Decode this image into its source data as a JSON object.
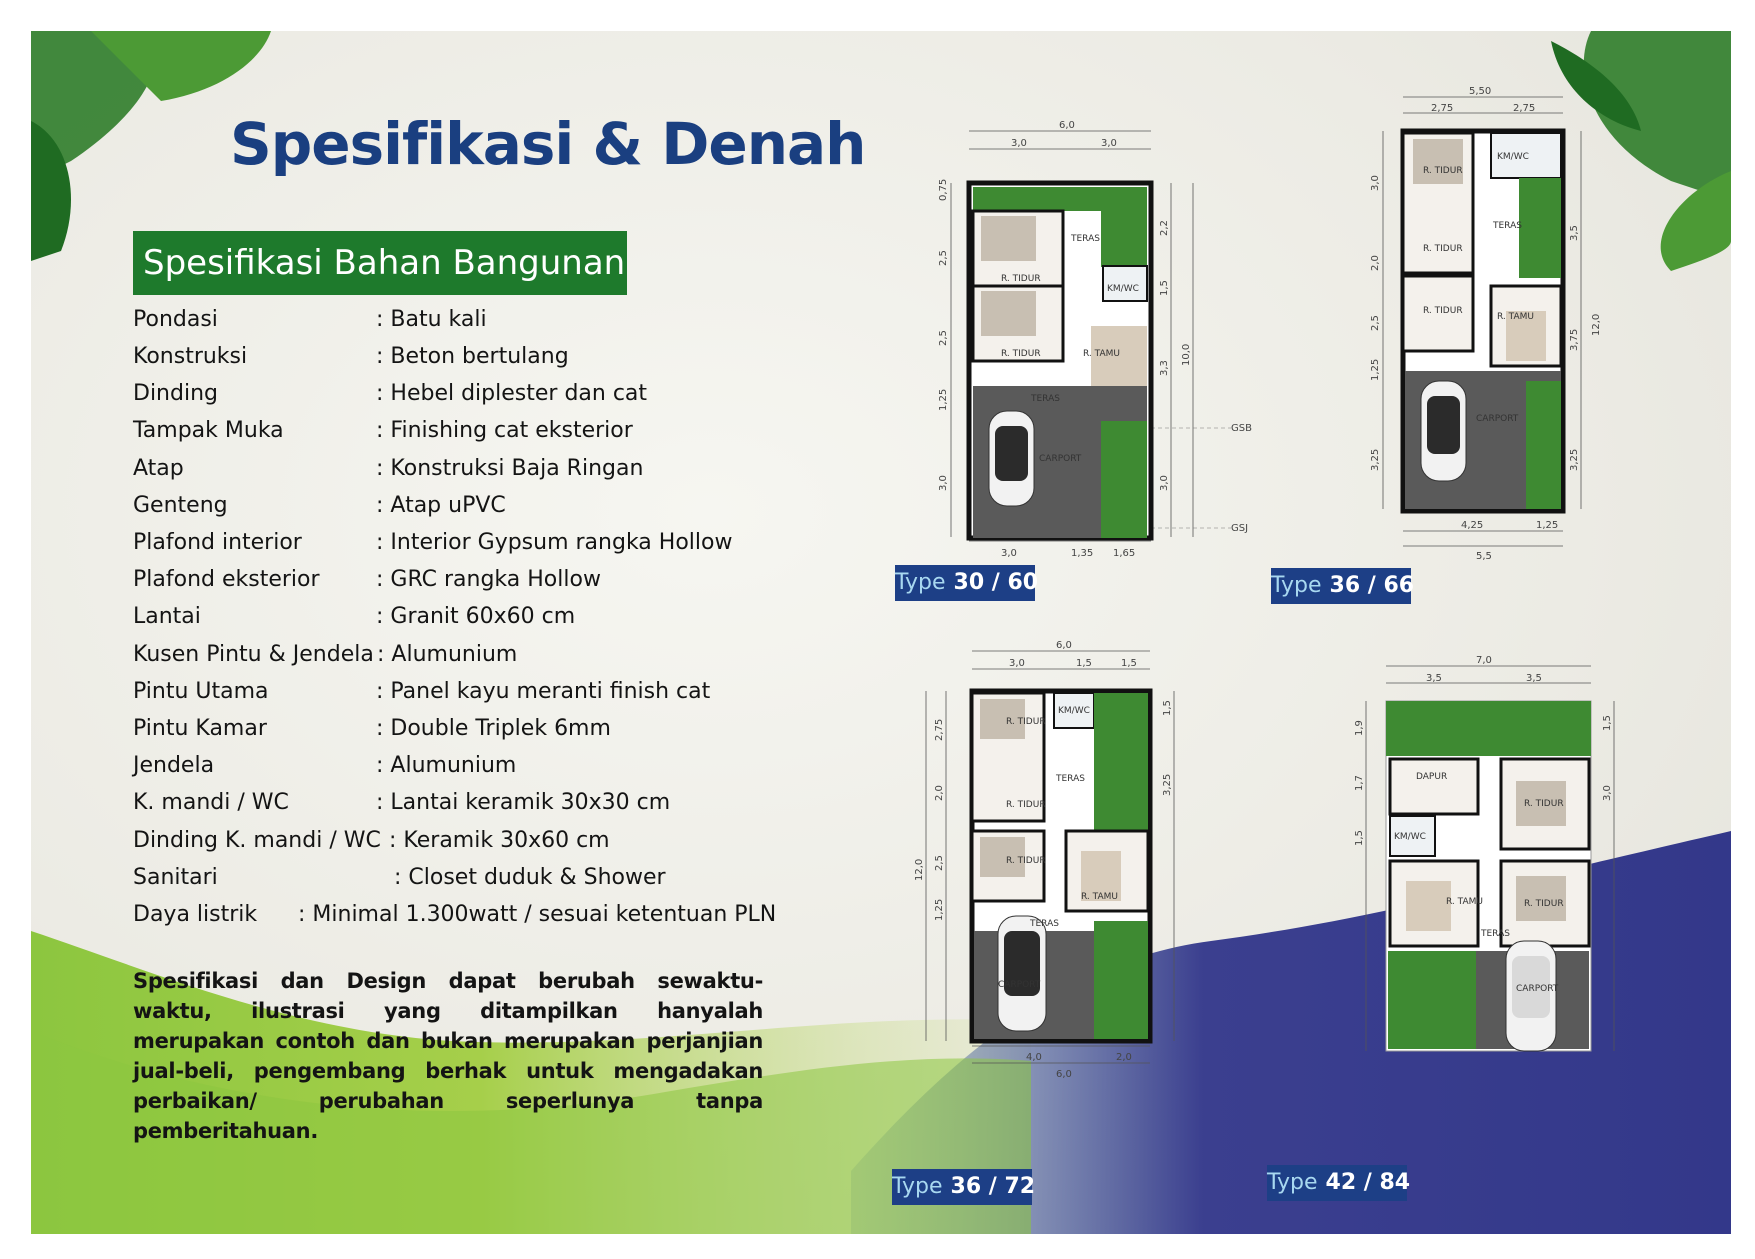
{
  "title": "Spesifikasi & Denah",
  "spec_heading": "Spesifikasi Bahan Bangunan",
  "specs": [
    {
      "label": "Pondasi",
      "value": ": Batu kali"
    },
    {
      "label": "Konstruksi",
      "value": ": Beton bertulang"
    },
    {
      "label": "Dinding",
      "value": ": Hebel diplester dan cat"
    },
    {
      "label": "Tampak Muka",
      "value": ": Finishing cat eksterior"
    },
    {
      "label": "Atap",
      "value": ": Konstruksi Baja Ringan"
    },
    {
      "label": "Genteng",
      "value": ": Atap uPVC"
    },
    {
      "label": "Plafond interior",
      "value": ": Interior Gypsum rangka Hollow"
    },
    {
      "label": "Plafond eksterior",
      "value": ": GRC rangka Hollow"
    },
    {
      "label": "Lantai",
      "value": ": Granit 60x60 cm"
    },
    {
      "label": "Kusen Pintu & Jendela",
      "value": ": Alumunium"
    },
    {
      "label": "Pintu Utama",
      "value": ": Panel kayu meranti finish cat"
    },
    {
      "label": "Pintu Kamar",
      "value": ": Double Triplek 6mm"
    },
    {
      "label": "Jendela",
      "value": ": Alumunium"
    },
    {
      "label": "K. mandi / WC",
      "value": ": Lantai keramik 30x30 cm"
    },
    {
      "label": "Dinding K. mandi / WC",
      "value": ": Keramik 30x60 cm"
    },
    {
      "label": "Sanitari",
      "value": ": Closet duduk & Shower"
    },
    {
      "label": "Daya listrik",
      "value": ": Minimal 1.300watt / sesuai ketentuan PLN"
    }
  ],
  "note": "Spesifikasi dan Design dapat berubah sewaktu-waktu, ilustrasi yang ditampilkan hanyalah merupakan contoh dan bukan merupakan perjanjian jual-beli, pengembang berhak untuk mengadakan perbaikan/ perubahan seperlunya tanpa pemberitahuan.",
  "type_word": "Type",
  "types": [
    "30 / 60",
    "36 / 66",
    "36 / 72",
    "42 / 84"
  ],
  "plan_labels": {
    "bedroom": "R. TIDUR",
    "living": "R. TAMU",
    "terrace": "TERAS",
    "bath": "KM/WC",
    "carport": "CARPORT",
    "kitchen": "DAPUR",
    "gsb": "GSB",
    "gsj": "GSJ"
  },
  "plan_dims": {
    "p1": {
      "top": [
        "6,0",
        "3,0",
        "3,0"
      ],
      "left": [
        "0,75",
        "2,5",
        "2,5",
        "1,25",
        "3,0"
      ],
      "right": [
        "2,2",
        "1,5",
        "3,3",
        "3,0"
      ],
      "total": "10,0",
      "bottom": [
        "3,0",
        "1,35",
        "1,65"
      ]
    },
    "p2": {
      "top": [
        "5,50",
        "2,75",
        "2,75"
      ],
      "left": [
        "3,0",
        "2,0",
        "2,5",
        "1,25",
        "3,25"
      ],
      "right": [
        "3,5",
        "3,75",
        "3,25"
      ],
      "total": "12,0",
      "bottom": [
        "4,25",
        "1,25",
        "5,5"
      ]
    },
    "p3": {
      "top": [
        "6,0",
        "3,0",
        "1,5",
        "1,5"
      ],
      "left": [
        "2,75",
        "2,0",
        "2,5",
        "1,25"
      ],
      "right": [
        "1,5",
        "3,25"
      ],
      "total": "12,0",
      "bottom": [
        "4,0",
        "2,0",
        "6,0"
      ]
    },
    "p4": {
      "top": [
        "7,0",
        "3,5",
        "3,5"
      ],
      "left": [
        "1,9",
        "1,7",
        "1,5"
      ],
      "right": [
        "1,5",
        "3,0"
      ]
    }
  },
  "colors": {
    "title": "#1a3f80",
    "banner": "#1e7a2c",
    "badge": "#1d3f86",
    "green_wave": "#8cc63f",
    "blue_wave": "#3b3f8f"
  }
}
